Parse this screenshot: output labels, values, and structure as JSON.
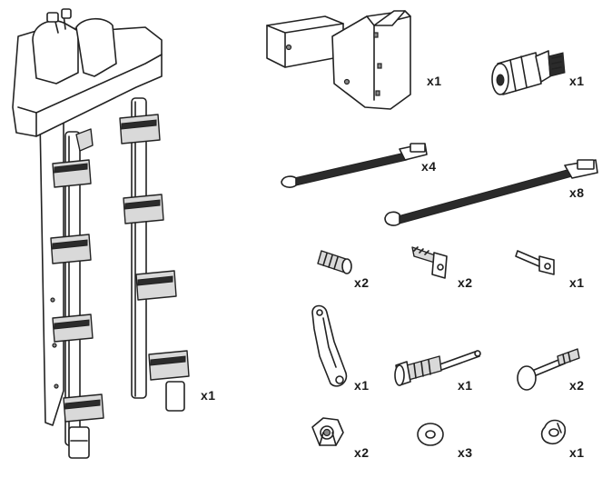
{
  "parts": [
    {
      "id": "rack",
      "icon": "bike-rack-mast-icon",
      "qty": "x1"
    },
    {
      "id": "hitch",
      "icon": "hitch-receiver-bar-icon",
      "qty": "x1"
    },
    {
      "id": "lock",
      "icon": "lock-cylinder-icon",
      "qty": "x1"
    },
    {
      "id": "short_strap",
      "icon": "short-strap-icon",
      "qty": "x4"
    },
    {
      "id": "long_strap",
      "icon": "long-strap-icon",
      "qty": "x8"
    },
    {
      "id": "lock_core",
      "icon": "lock-core-icon",
      "qty": "x2"
    },
    {
      "id": "key",
      "icon": "key-icon",
      "qty": "x2"
    },
    {
      "id": "tool_key",
      "icon": "tool-key-icon",
      "qty": "x1"
    },
    {
      "id": "bracket",
      "icon": "bracket-plate-icon",
      "qty": "x1"
    },
    {
      "id": "hex_bolt",
      "icon": "hex-bolt-icon",
      "qty": "x1"
    },
    {
      "id": "carriage_bolt",
      "icon": "carriage-bolt-icon",
      "qty": "x2"
    },
    {
      "id": "nut",
      "icon": "lock-nut-icon",
      "qty": "x2"
    },
    {
      "id": "washer",
      "icon": "flat-washer-icon",
      "qty": "x3"
    },
    {
      "id": "lock_washer",
      "icon": "split-lock-washer-icon",
      "qty": "x1"
    }
  ]
}
